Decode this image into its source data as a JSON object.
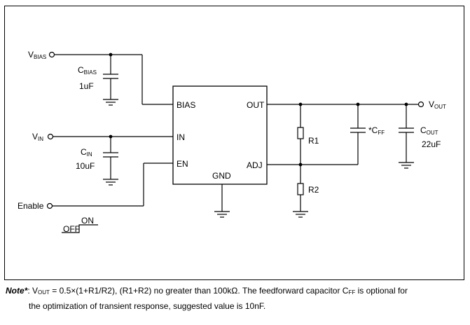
{
  "ic": {
    "pins": {
      "bias": "BIAS",
      "in": "IN",
      "en": "EN",
      "gnd": "GND",
      "out": "OUT",
      "adj": "ADJ"
    }
  },
  "terminals": {
    "vbias": {
      "main": "V",
      "sub": "BIAS"
    },
    "vin": {
      "main": "V",
      "sub": "IN"
    },
    "vout": {
      "main": "V",
      "sub": "OUT"
    },
    "enable": "Enable"
  },
  "components": {
    "cbias": {
      "main": "C",
      "sub": "BIAS",
      "value": "1uF"
    },
    "cin": {
      "main": "C",
      "sub": "IN",
      "value": "10uF"
    },
    "cout": {
      "main": "C",
      "sub": "OUT",
      "value": "22uF"
    },
    "cff": {
      "prefix": "*C",
      "sub": "FF"
    },
    "r1": "R1",
    "r2": "R2"
  },
  "enable_signal": {
    "on": "ON",
    "off": "OFF"
  },
  "note": {
    "label": "Note*",
    "v_main": "V",
    "v_sub": "OUT",
    "text_a": " = 0.5×(1+R1/R2), (R1+R2) no greater than 100kΩ. The feedforward capacitor C",
    "c_sub": "FF",
    "text_b": " is optional for",
    "line2": "the optimization of transient response, suggested value is 10nF."
  }
}
